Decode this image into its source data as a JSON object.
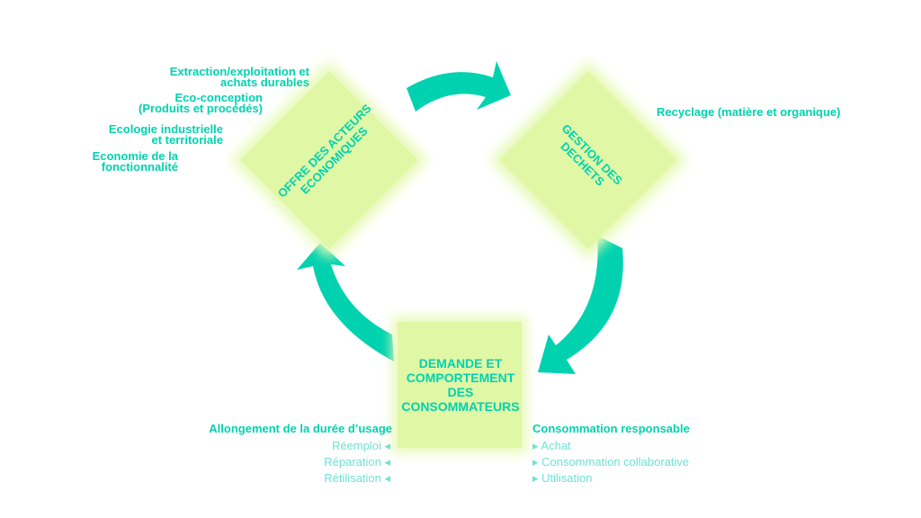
{
  "colors": {
    "accent": "#00d2b0",
    "box_fill": "#e0f7a6",
    "muted_text": "#6fe2d2"
  },
  "nodes": {
    "offre": "OFFRE DES ACTEURS ECONOMIQUES",
    "gestion": "GESTION DES DECHETS",
    "demande": "DEMANDE ET COMPORTEMENT DES CONSOMMATEURS"
  },
  "offre_points": [
    "Extraction/exploitation et",
    "achats durables",
    "Eco-conception",
    "(Produits et procédés)",
    "Ecologie industrielle",
    "et territoriale",
    "Economie de la",
    "fonctionnalité"
  ],
  "gestion_points": {
    "item": "Recyclage (matière et organique)"
  },
  "left_list": {
    "title": "Allongement de la durée d’usage",
    "items": [
      "Réemploi ◂",
      "Réparation ◂",
      "Rétilisation ◂"
    ]
  },
  "right_list": {
    "title": "Consommation responsable",
    "items": [
      "▸ Achat",
      "▸ Consommation collaborative",
      "▸ Utilisation"
    ]
  }
}
